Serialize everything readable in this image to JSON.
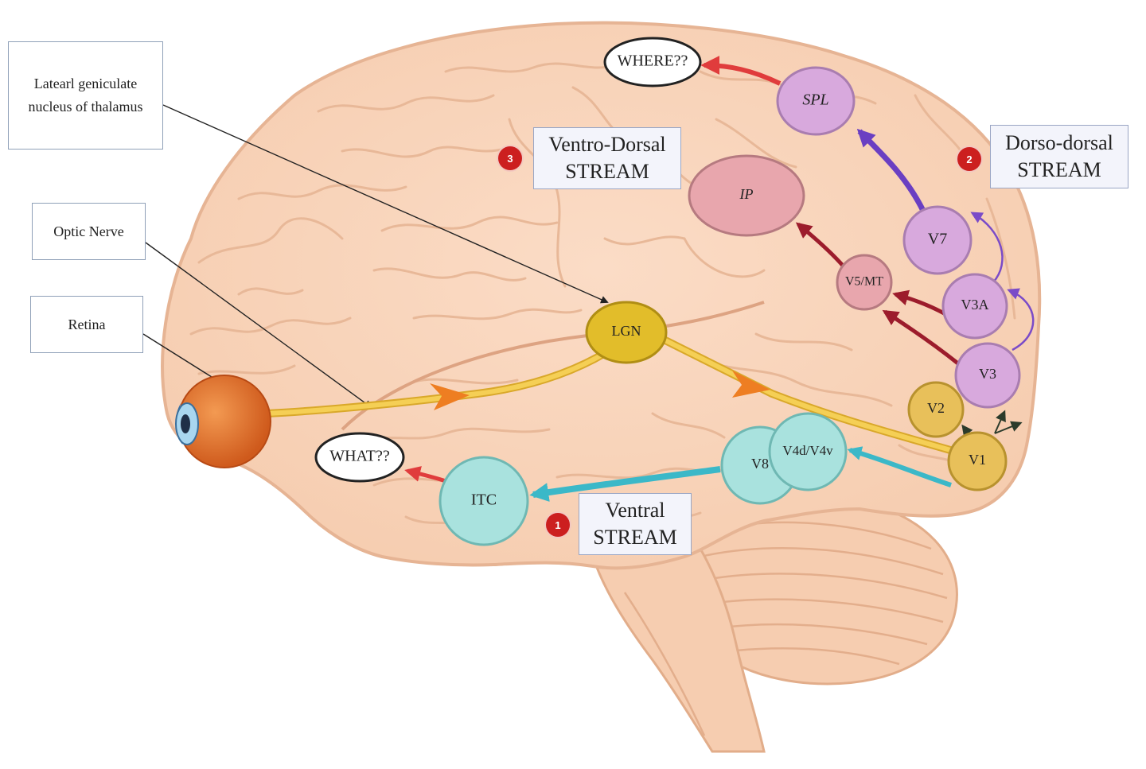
{
  "labels": {
    "lgn_box": "Latearl geniculate nucleus of thalamus",
    "optic_nerve": "Optic Nerve",
    "retina": "Retina"
  },
  "streams": {
    "ventral": {
      "badge": "1",
      "line1": "Ventral",
      "line2": "STREAM"
    },
    "dorso_dorsal": {
      "badge": "2",
      "line1": "Dorso-dorsal",
      "line2": "STREAM"
    },
    "ventro_dorsal": {
      "badge": "3",
      "line1": "Ventro-Dorsal",
      "line2": "STREAM"
    }
  },
  "nodes": {
    "where": "WHERE??",
    "what": "WHAT??",
    "spl": "SPL",
    "ip": "IP",
    "v7": "V7",
    "v3a": "V3A",
    "v3": "V3",
    "v2": "V2",
    "v1": "V1",
    "v5mt": "V5/MT",
    "lgn": "LGN",
    "v8": "V8",
    "v4": "V4d/V4v",
    "itc": "ITC"
  },
  "colors": {
    "brain": "#f9d6bd",
    "brain_outline": "#e6b494",
    "gyri": "#e8b898",
    "dorsal_node": "#d8a9dd",
    "ip_node": "#e8a6ad",
    "early_node": "#e8c05a",
    "lgn_node": "#e2bd2a",
    "ventral_node": "#a9e2de",
    "dorsal_arrow": "#6a3fc2",
    "ventro_dorsal_arrow": "#9c1c2c",
    "ventral_arrow": "#3bb8c8",
    "optic_tract": "#f0c23a",
    "optic_arrow": "#ee7e22",
    "red_arrow": "#e03c3c",
    "eye": "#e5702a"
  }
}
